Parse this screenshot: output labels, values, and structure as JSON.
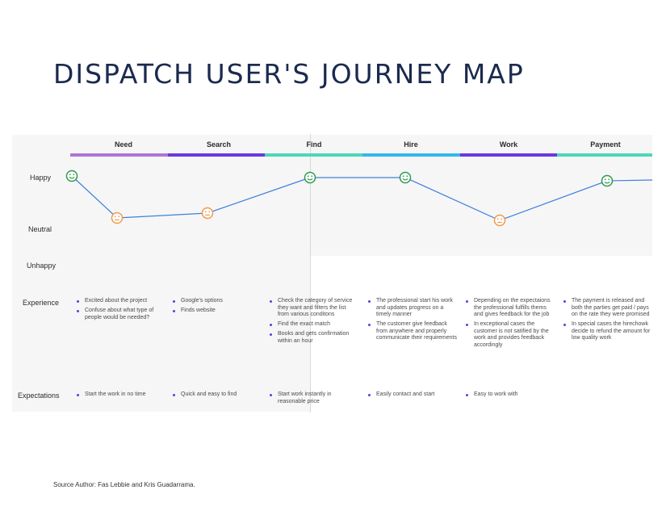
{
  "title": "DISPATCH USER'S JOURNEY MAP",
  "stages": [
    {
      "label": "Need",
      "color": "#b175d6"
    },
    {
      "label": "Search",
      "color": "#6a38e0"
    },
    {
      "label": "Find",
      "color": "#4bd8b8"
    },
    {
      "label": "Hire",
      "color": "#33b7ee"
    },
    {
      "label": "Work",
      "color": "#6a38e0"
    },
    {
      "label": "Payment",
      "color": "#4bd8b8"
    }
  ],
  "rows": {
    "happy": "Happy",
    "neutral": "Neutral",
    "unhappy": "Unhappy",
    "experience": "Experience",
    "expectations": "Expectations"
  },
  "emotion_curve": {
    "levels": [
      "happy",
      "neutral",
      "neutral",
      "happy",
      "happy",
      "neutral",
      "happy"
    ],
    "colors": {
      "happy": "#2e9a4e",
      "neutral": "#f09a4a",
      "line": "#3d7fe0"
    }
  },
  "experience": [
    [
      "Excited about the project",
      "Confuse about what type of people would be needed?"
    ],
    [
      "Google's options",
      "Finds website"
    ],
    [
      "Check the category of service they want and filters the list from various conditons",
      "Find the exact match",
      "Books and gets confirmation within an hour"
    ],
    [
      "The professional start his work and updates progress on a timely manner",
      "The customer give feedback from anywhere and properly communicate their requirements"
    ],
    [
      "Depending on the expectaions the professional fulfills thems and gives feedback for the job",
      "In exceptional cases the customer is not satified by the work and provides feedback accordingly"
    ],
    [
      "The payment is released and both the parties get paid / pays on the rate they were promised",
      "In special cases the hirechowk decide to refund the amount for low quality work"
    ]
  ],
  "expectations": [
    [
      "Start the work in no time"
    ],
    [
      "Quick and easy to find"
    ],
    [
      "Start work instantly in reasonable price"
    ],
    [
      "Easily contact and start"
    ],
    [
      "Easy to work with"
    ],
    []
  ],
  "source": "Source Author: Fas Lebbie and Kris Guadarrama."
}
